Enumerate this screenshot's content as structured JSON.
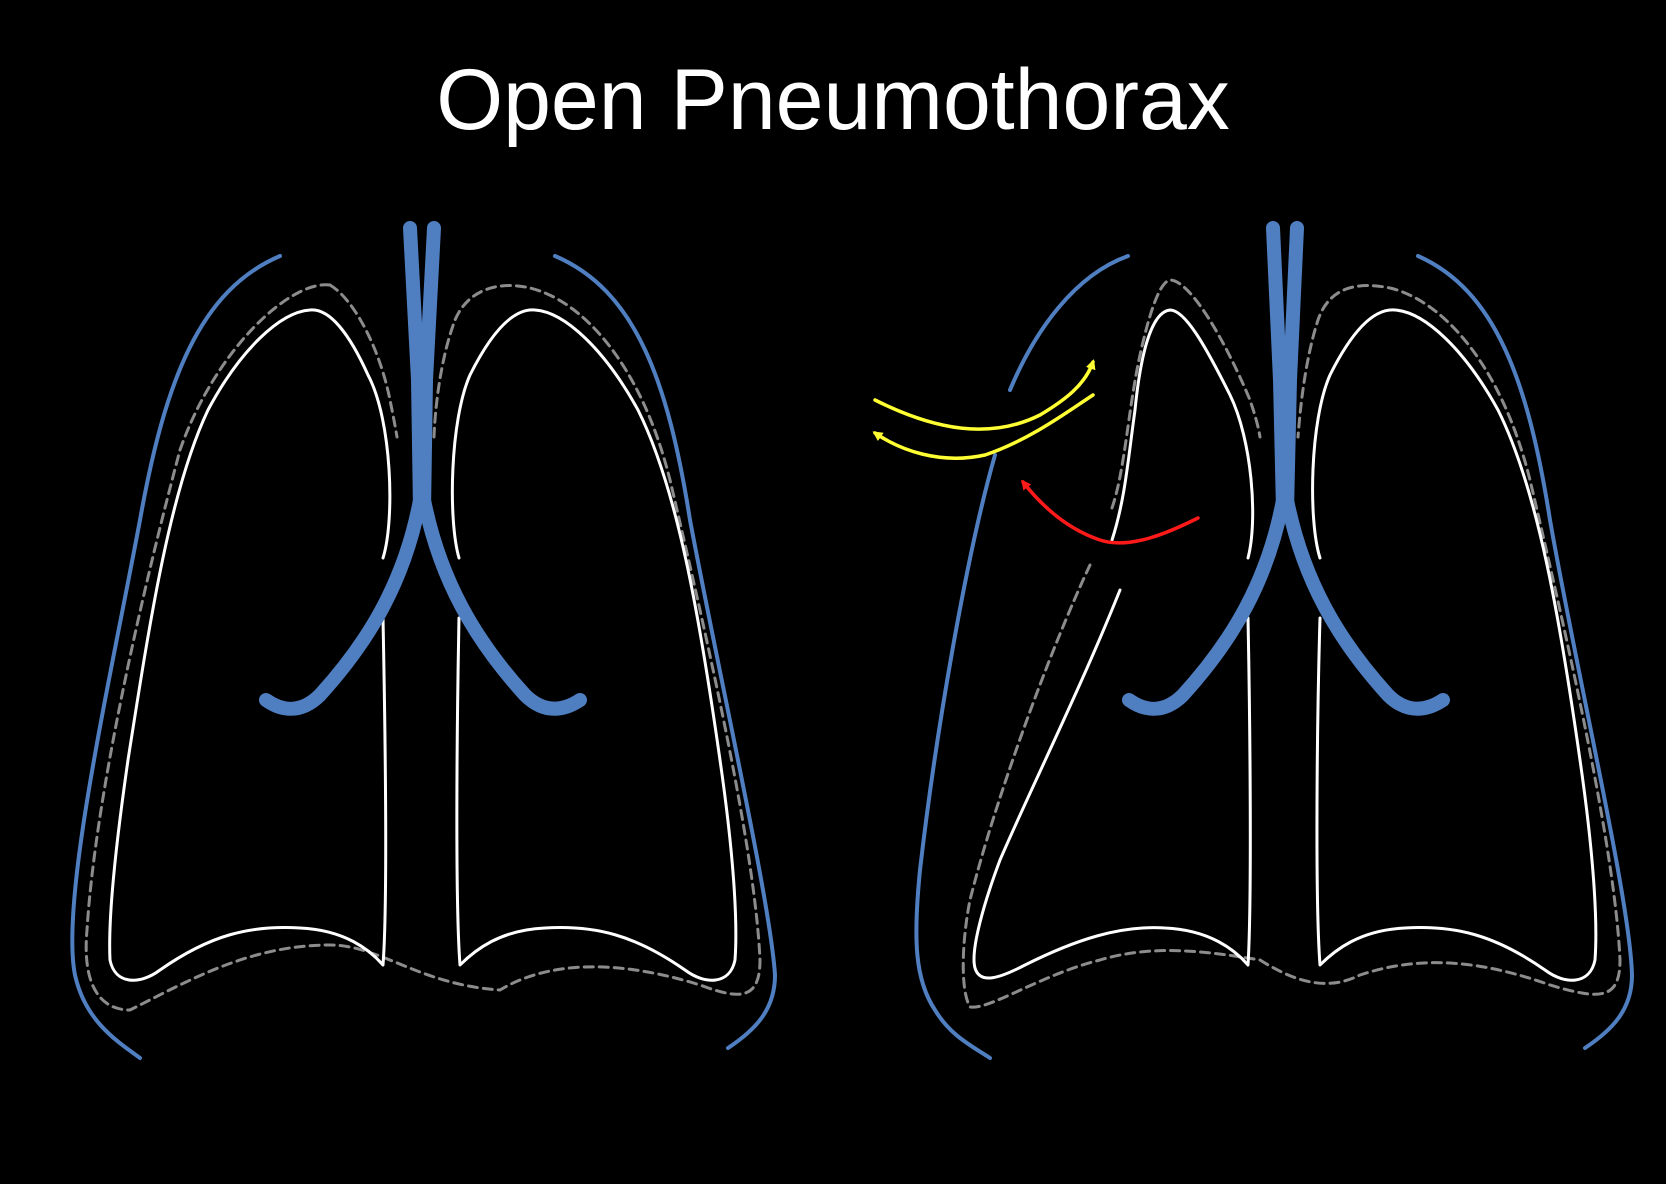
{
  "title": "Open Pneumothorax",
  "colors": {
    "background": "#000000",
    "title": "#ffffff",
    "chest_wall": "#4f7fc1",
    "airway": "#4f7fc1",
    "pleura": "#8c8c8c",
    "lung": "#ffffff",
    "air_flow_arrow": "#ffff33",
    "lung_collapse_arrow": "#ff1a1a"
  },
  "panels": [
    {
      "id": "normal-chest",
      "state": "normal"
    },
    {
      "id": "open-pneumothorax-chest",
      "state": "open-pneumothorax"
    }
  ]
}
